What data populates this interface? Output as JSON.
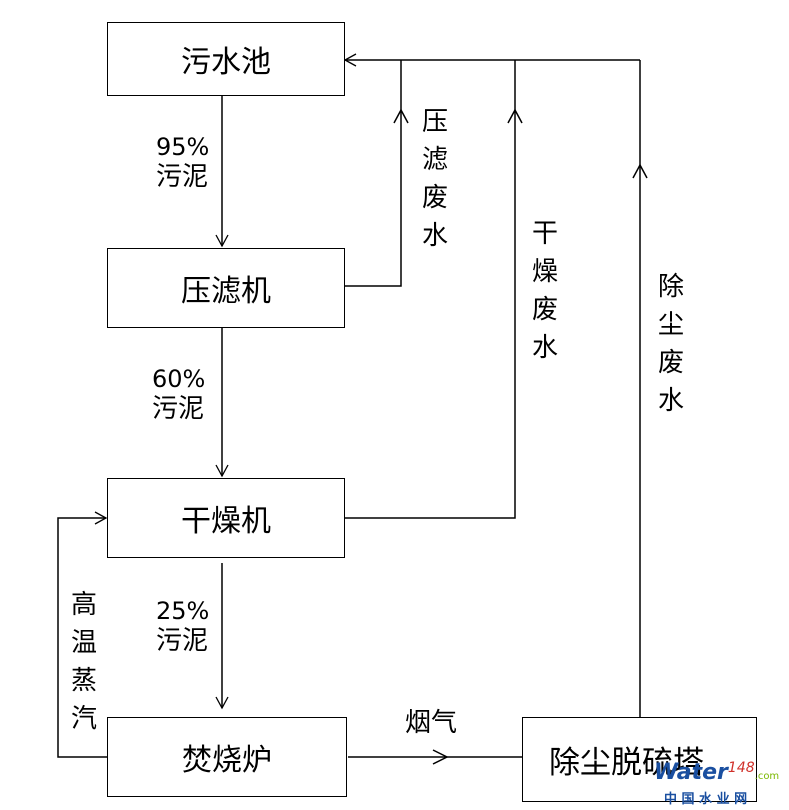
{
  "boxes": {
    "sewage_pool": "污水池",
    "filter_press": "压滤机",
    "dryer": "干燥机",
    "incinerator": "焚烧炉",
    "desulfurization_tower": "除尘脱硫塔"
  },
  "flows": {
    "sludge_95": {
      "percent": "95%",
      "label": "污泥"
    },
    "sludge_60": {
      "percent": "60%",
      "label": "污泥"
    },
    "sludge_25": {
      "percent": "25%",
      "label": "污泥"
    },
    "flue_gas": "烟气",
    "filter_wastewater": [
      "压",
      "滤",
      "废",
      "水"
    ],
    "drying_wastewater": [
      "干",
      "燥",
      "废",
      "水"
    ],
    "dust_wastewater": [
      "除",
      "尘",
      "废",
      "水"
    ],
    "high_temp_steam": [
      "高",
      "温",
      "蒸",
      "汽"
    ]
  },
  "watermark": {
    "brand": "Water",
    "number": "148",
    "tld": ".com",
    "site_cn": "中 国 水 业 网"
  },
  "colors": {
    "line": "#000000",
    "watermark_blue": "#1a4fa0",
    "watermark_red": "#d0302a",
    "watermark_green": "#7ab800"
  }
}
